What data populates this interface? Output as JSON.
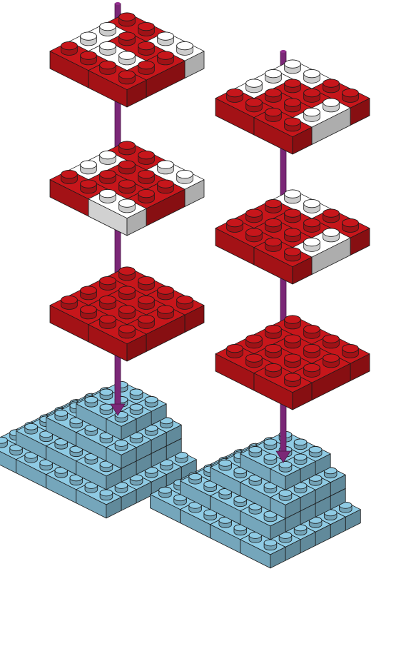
{
  "figure": {
    "palette": {
      "red": "#c7161b",
      "white": "#ffffff",
      "base": "#8fcbe4",
      "rod": "#7b2777",
      "outline": "#1a1a1a"
    },
    "stacks": [
      {
        "id": "left",
        "layers": [
          {
            "pattern": "red-white-checker"
          },
          {
            "pattern": "red-white-cross"
          },
          {
            "pattern": "all-red"
          }
        ],
        "base": "blue-stepped-mound"
      },
      {
        "id": "right",
        "layers": [
          {
            "pattern": "white-corner-red-rest"
          },
          {
            "pattern": "red-with-white-ends"
          },
          {
            "pattern": "all-red"
          }
        ],
        "base": "blue-stepped-mound"
      }
    ]
  }
}
